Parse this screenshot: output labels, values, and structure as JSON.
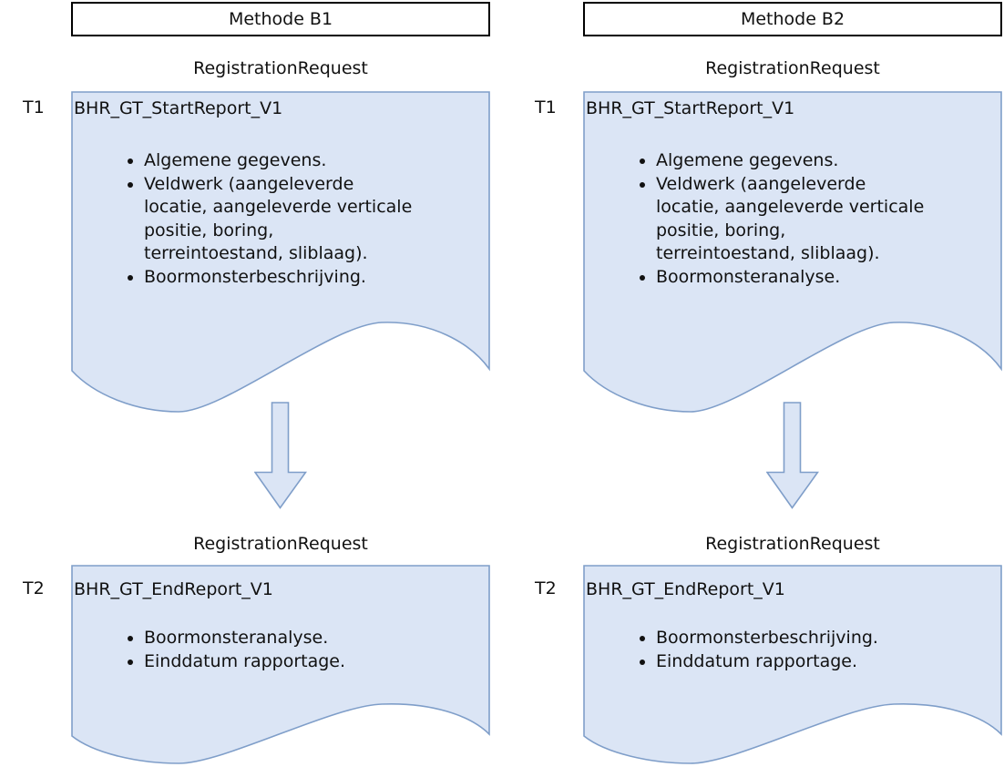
{
  "diagram": {
    "columns": [
      {
        "header": "Methode B1",
        "stages": [
          {
            "label": "T1",
            "request_type": "RegistrationRequest",
            "title": "BHR_GT_StartReport_V1",
            "bullets": [
              "Algemene gegevens.",
              "Veldwerk (aangeleverde\nlocatie, aangeleverde verticale\npositie, boring,\nterreintoestand, sliblaag).",
              "Boormonsterbeschrijving."
            ]
          },
          {
            "label": "T2",
            "request_type": "RegistrationRequest",
            "title": "BHR_GT_EndReport_V1",
            "bullets": [
              "Boormonsteranalyse.",
              "Einddatum rapportage."
            ]
          }
        ]
      },
      {
        "header": "Methode B2",
        "stages": [
          {
            "label": "T1",
            "request_type": "RegistrationRequest",
            "title": "BHR_GT_StartReport_V1",
            "bullets": [
              "Algemene gegevens.",
              "Veldwerk (aangeleverde\nlocatie, aangeleverde verticale\npositie, boring,\nterreintoestand, sliblaag).",
              "Boormonsteranalyse."
            ]
          },
          {
            "label": "T2",
            "request_type": "RegistrationRequest",
            "title": "BHR_GT_EndReport_V1",
            "bullets": [
              "Boormonsterbeschrijving.",
              "Einddatum rapportage."
            ]
          }
        ]
      }
    ]
  },
  "colors": {
    "doc_fill": "#dbe5f5",
    "doc_stroke": "#7f9ec9",
    "arrow_fill": "#dbe5f5",
    "arrow_stroke": "#7f9ec9",
    "header_border": "#000000"
  }
}
